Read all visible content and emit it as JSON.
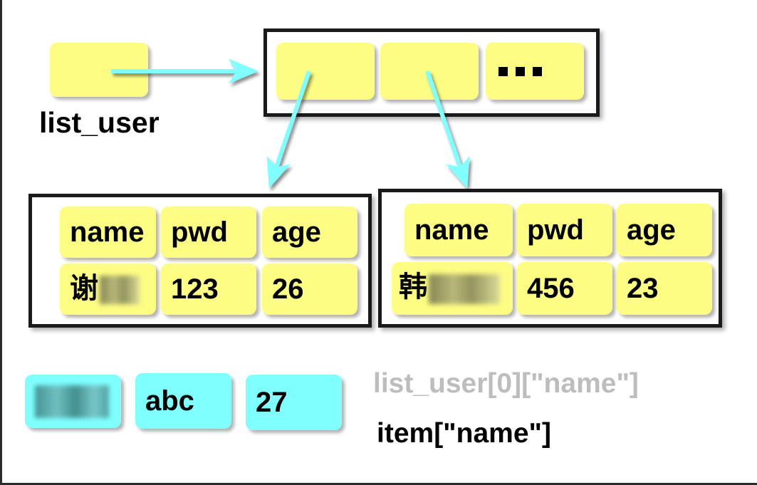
{
  "diagram": {
    "title_label": "list_user",
    "colors": {
      "box_fill_yellow": "#fdfd84",
      "box_fill_cyan": "#80ffff",
      "arrow": "#7fffff",
      "border": "#1a1a1a",
      "text": "#000000",
      "muted_text": "#bdbdbd",
      "background": "#ffffff"
    },
    "variable_box": {
      "name": "list_user",
      "value": ""
    },
    "list_container": {
      "elements": [
        {
          "value": ""
        },
        {
          "value": ""
        },
        {
          "value": "...",
          "is_ellipsis": true
        }
      ]
    },
    "dict_tables": [
      {
        "headers": [
          "name",
          "pwd",
          "age"
        ],
        "values": [
          "谢",
          "123",
          "26"
        ],
        "redacted": [
          true,
          false,
          false
        ]
      },
      {
        "headers": [
          "name",
          "pwd",
          "age"
        ],
        "values": [
          "韩",
          "456",
          "23"
        ],
        "redacted": [
          true,
          false,
          false
        ]
      }
    ],
    "result_row": {
      "cells": [
        {
          "value": "",
          "redacted": true
        },
        {
          "value": "abc",
          "redacted": false
        },
        {
          "value": "27",
          "redacted": false
        }
      ]
    },
    "annotations": {
      "expression_indexed": "list_user[0][\"name\"]",
      "expression_item": "item[\"name\"]"
    }
  }
}
